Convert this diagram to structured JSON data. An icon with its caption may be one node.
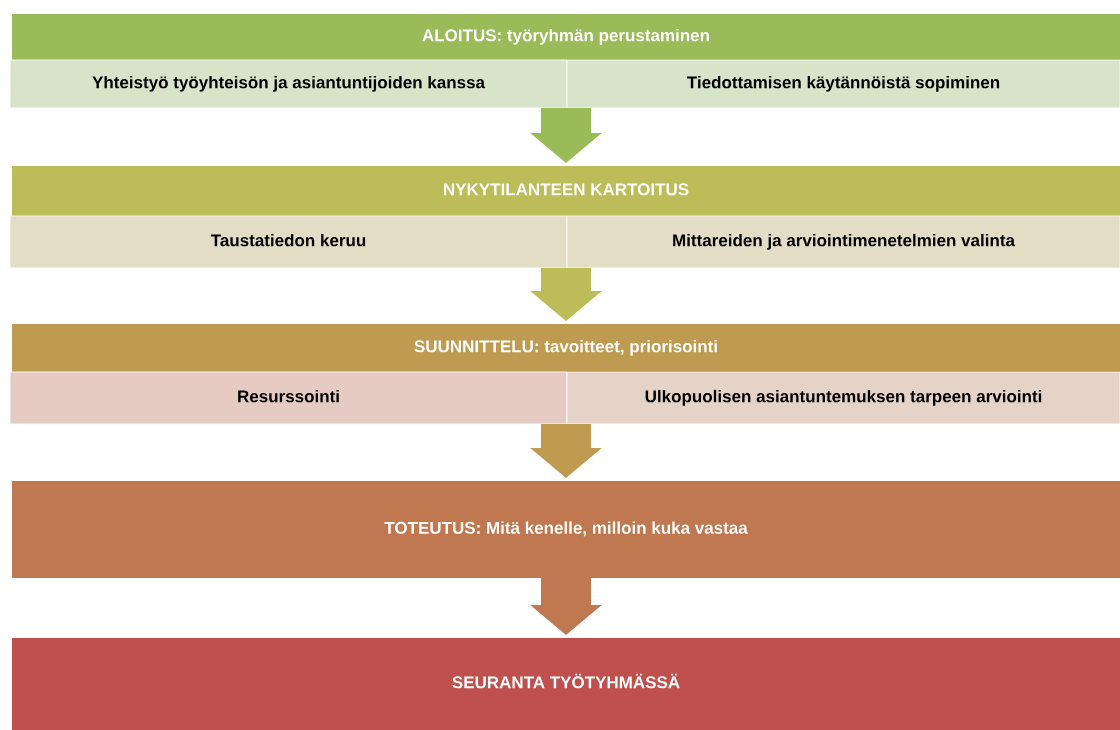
{
  "diagram": {
    "nodes": [
      {
        "text": [
          "ALOITUS: työryhmän perustaminen"
        ]
      },
      {
        "text": [
          "Yhteistyö työyhteisön ja asiantuntijoiden kanssa"
        ]
      },
      {
        "text": [
          "Tiedottamisen käytännöistä sopiminen"
        ]
      },
      {
        "text": [
          "NYKYTILANTEEN KARTOITUS"
        ]
      },
      {
        "text": [
          "Taustatiedon keruu"
        ]
      },
      {
        "text": [
          "Mittareiden ja arviointimenetelmien valinta"
        ]
      },
      {
        "text": [
          "SUUNNITTELU: tavoitteet, priorisointi"
        ]
      },
      {
        "text": [
          "Resurssointi"
        ]
      },
      {
        "text": [
          "Ulkopuolisen asiantuntemuksen tarpeen arviointi"
        ]
      },
      {
        "text": [
          "TOTEUTUS: Mitä kenelle, milloin kuka vastaa"
        ]
      },
      {
        "text": [
          "SEURANTA TYÖTYHMÄSSÄ"
        ]
      }
    ],
    "edges": [
      {
        "from": 1,
        "to": 3,
        "arrow": "to",
        "color": "#9bbb59"
      },
      {
        "from": 2,
        "to": 3,
        "arrow": "to",
        "color": "#9bbb59"
      },
      {
        "from": 4,
        "to": 6,
        "arrow": "to",
        "color": "#bcbc58"
      },
      {
        "from": 5,
        "to": 6,
        "arrow": "to",
        "color": "#bcbc58"
      },
      {
        "from": 7,
        "to": 9,
        "arrow": "to",
        "color": "#bf9b52"
      },
      {
        "from": 8,
        "to": 9,
        "arrow": "to",
        "color": "#bf9b52"
      },
      {
        "from": 9,
        "to": 10,
        "arrow": "to",
        "color": "#c07850"
      }
    ]
  }
}
